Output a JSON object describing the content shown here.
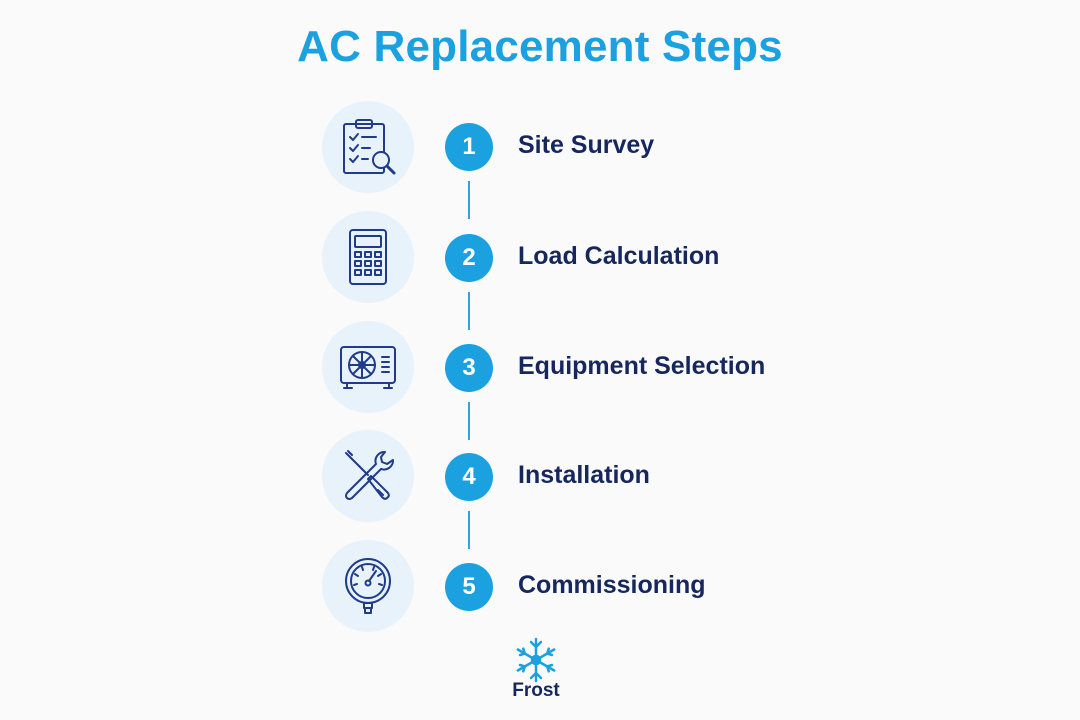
{
  "title": "AC Replacement Steps",
  "colors": {
    "accent": "#1ba1e0",
    "text": "#16275e",
    "icon_bg": "#e7f2fb",
    "icon_stroke": "#1f3b8a"
  },
  "steps": [
    {
      "number": "1",
      "label": "Site Survey",
      "icon": "clipboard-search-icon"
    },
    {
      "number": "2",
      "label": "Load Calculation",
      "icon": "calculator-icon"
    },
    {
      "number": "3",
      "label": "Equipment Selection",
      "icon": "ac-outdoor-unit-icon"
    },
    {
      "number": "4",
      "label": "Installation",
      "icon": "screwdriver-wrench-icon"
    },
    {
      "number": "5",
      "label": "Commissioning",
      "icon": "pressure-gauge-icon"
    }
  ],
  "logo": {
    "text": "Frost",
    "icon": "snowflake-icon"
  }
}
